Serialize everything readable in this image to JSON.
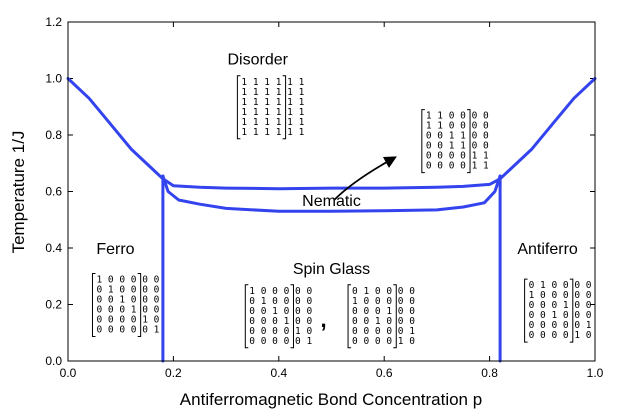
{
  "chart_data": {
    "type": "line",
    "title": "",
    "xlabel": "Antiferromagnetic Bond Concentration p",
    "ylabel": "Temperature 1/J",
    "xlim": [
      0.0,
      1.0
    ],
    "ylim": [
      0.0,
      1.2
    ],
    "x_ticks": [
      "0.0",
      "0.2",
      "0.4",
      "0.6",
      "0.8",
      "1.0"
    ],
    "y_ticks": [
      "0.0",
      "0.2",
      "0.4",
      "0.6",
      "0.8",
      "1.0",
      "1.2"
    ],
    "x_tick_values": [
      0.0,
      0.2,
      0.4,
      0.6,
      0.8,
      1.0
    ],
    "y_tick_values": [
      0.0,
      0.2,
      0.4,
      0.6,
      0.8,
      1.0,
      1.2
    ],
    "grid": false,
    "line_color": "#3344ee",
    "series": [
      {
        "x": [
          0.0,
          0.04,
          0.08,
          0.12,
          0.16,
          0.18,
          0.2,
          0.25,
          0.3,
          0.4,
          0.5,
          0.6,
          0.7,
          0.75,
          0.8,
          0.82,
          0.84,
          0.88,
          0.92,
          0.96,
          1.0
        ],
        "y": [
          1.0,
          0.93,
          0.84,
          0.75,
          0.68,
          0.645,
          0.62,
          0.615,
          0.612,
          0.61,
          0.612,
          0.612,
          0.615,
          0.618,
          0.625,
          0.645,
          0.68,
          0.75,
          0.84,
          0.93,
          1.0
        ]
      },
      {
        "x": [
          0.18,
          0.19,
          0.21,
          0.25,
          0.3,
          0.4,
          0.5,
          0.6,
          0.7,
          0.75,
          0.79,
          0.81,
          0.82
        ],
        "y": [
          0.655,
          0.6,
          0.57,
          0.555,
          0.54,
          0.53,
          0.53,
          0.532,
          0.535,
          0.545,
          0.56,
          0.6,
          0.655
        ]
      },
      {
        "x": [
          0.18,
          0.18
        ],
        "y": [
          0.655,
          0.0
        ]
      },
      {
        "x": [
          0.82,
          0.82
        ],
        "y": [
          0.655,
          0.0
        ]
      }
    ],
    "annotations": [
      {
        "text": "Disorder",
        "x": 0.36,
        "y": 1.07
      },
      {
        "text": "Nematic",
        "x": 0.5,
        "y": 0.57
      },
      {
        "text": "Ferro",
        "x": 0.09,
        "y": 0.4
      },
      {
        "text": "Spin Glass",
        "x": 0.5,
        "y": 0.33
      },
      {
        "text": "Antiferro",
        "x": 0.91,
        "y": 0.4
      }
    ],
    "matrices": [
      {
        "name": "disorder-matrix",
        "cx": 0.37,
        "cy": 0.9,
        "rows": [
          "111111",
          "111111",
          "111111",
          "111111",
          "111111",
          "111111"
        ]
      },
      {
        "name": "nematic-matrix",
        "cx": 0.72,
        "cy": 0.78,
        "rows": [
          "110000",
          "110000",
          "001100",
          "001100",
          "000011",
          "000011"
        ]
      },
      {
        "name": "ferro-matrix",
        "cx": 0.095,
        "cy": 0.2,
        "rows": [
          "100000",
          "010000",
          "001000",
          "000100",
          "000010",
          "000001"
        ]
      },
      {
        "name": "spinglass-matrix-a",
        "cx": 0.385,
        "cy": 0.16,
        "rows": [
          "100000",
          "010000",
          "001000",
          "000100",
          "000010",
          "000001"
        ]
      },
      {
        "name": "spinglass-matrix-b",
        "cx": 0.58,
        "cy": 0.16,
        "rows": [
          "010000",
          "100000",
          "000100",
          "001000",
          "000001",
          "000010"
        ]
      },
      {
        "name": "antiferro-matrix",
        "cx": 0.915,
        "cy": 0.18,
        "rows": [
          "010000",
          "100000",
          "000100",
          "001000",
          "000001",
          "000010"
        ]
      }
    ],
    "separator": ",",
    "arrow": {
      "from": [
        0.505,
        0.57
      ],
      "to": [
        0.62,
        0.72
      ]
    }
  }
}
